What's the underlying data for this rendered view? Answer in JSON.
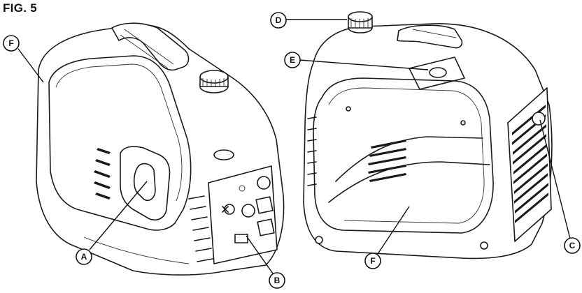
{
  "figure": {
    "title": "FIG. 5"
  },
  "callouts": [
    {
      "id": "F",
      "label": "F"
    },
    {
      "id": "A",
      "label": "A"
    },
    {
      "id": "B",
      "label": "B"
    },
    {
      "id": "D",
      "label": "D"
    },
    {
      "id": "E",
      "label": "E"
    },
    {
      "id": "F2",
      "label": "F"
    },
    {
      "id": "C",
      "label": "C"
    }
  ],
  "colors": {
    "ink": "#1a1a1a",
    "background": "#ffffff"
  },
  "icons": [
    "fuel-cap-icon",
    "handle-icon",
    "outlet-panel-icon",
    "vent-grille-icon"
  ]
}
